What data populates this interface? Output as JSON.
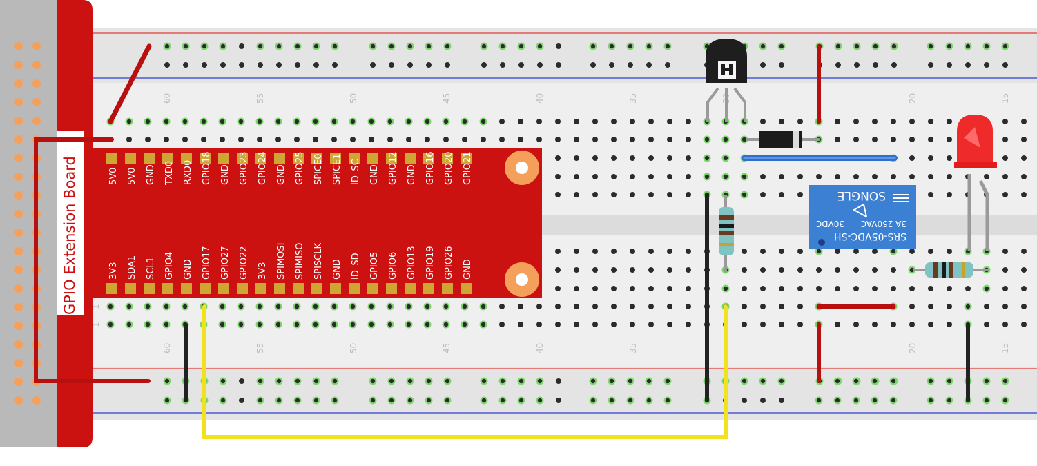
{
  "board_label": "GPIO Extension Board",
  "top_pins": [
    "5V0",
    "5V0",
    "GND",
    "TXD0",
    "RXD0",
    "GPIO18",
    "GND",
    "GPIO23",
    "GPIO24",
    "GND",
    "GPIO25",
    "SPICE0",
    "SPICE1",
    "ID_SC",
    "GND",
    "GPIO12",
    "GND",
    "GPIO16",
    "GPIO20",
    "GPIO21"
  ],
  "bottom_pins": [
    "3V3",
    "SDA1",
    "SCL1",
    "GPIO4",
    "GND",
    "GPIO17",
    "GPIO27",
    "GPIO22",
    "3V3",
    "SPIMOSI",
    "SPIMISO",
    "SPISCLK",
    "GND",
    "ID_SD",
    "GPIO5",
    "GPIO6",
    "GPIO13",
    "GPIO19",
    "GPIO26",
    "GND"
  ],
  "column_numbers": [
    "60",
    "55",
    "50",
    "45",
    "40",
    "35",
    "30",
    "20",
    "15"
  ],
  "row_marker": "1",
  "relay": {
    "brand": "SONGLE",
    "model": "SRS-05VDC-SH",
    "rating_ac": "3A 250VAC",
    "rating_dc": "30VDC"
  },
  "colors": {
    "board_red": "#cc1111",
    "wire_red": "#b80f0f",
    "wire_black": "#222222",
    "wire_yellow": "#f2e21e",
    "wire_blue": "#2f6fc9",
    "relay_blue": "#3c80d4",
    "header_orange": "#f5a05a",
    "breadboard": "#ececec",
    "rail_red": "#e53935",
    "rail_blue": "#2a3fd1"
  }
}
